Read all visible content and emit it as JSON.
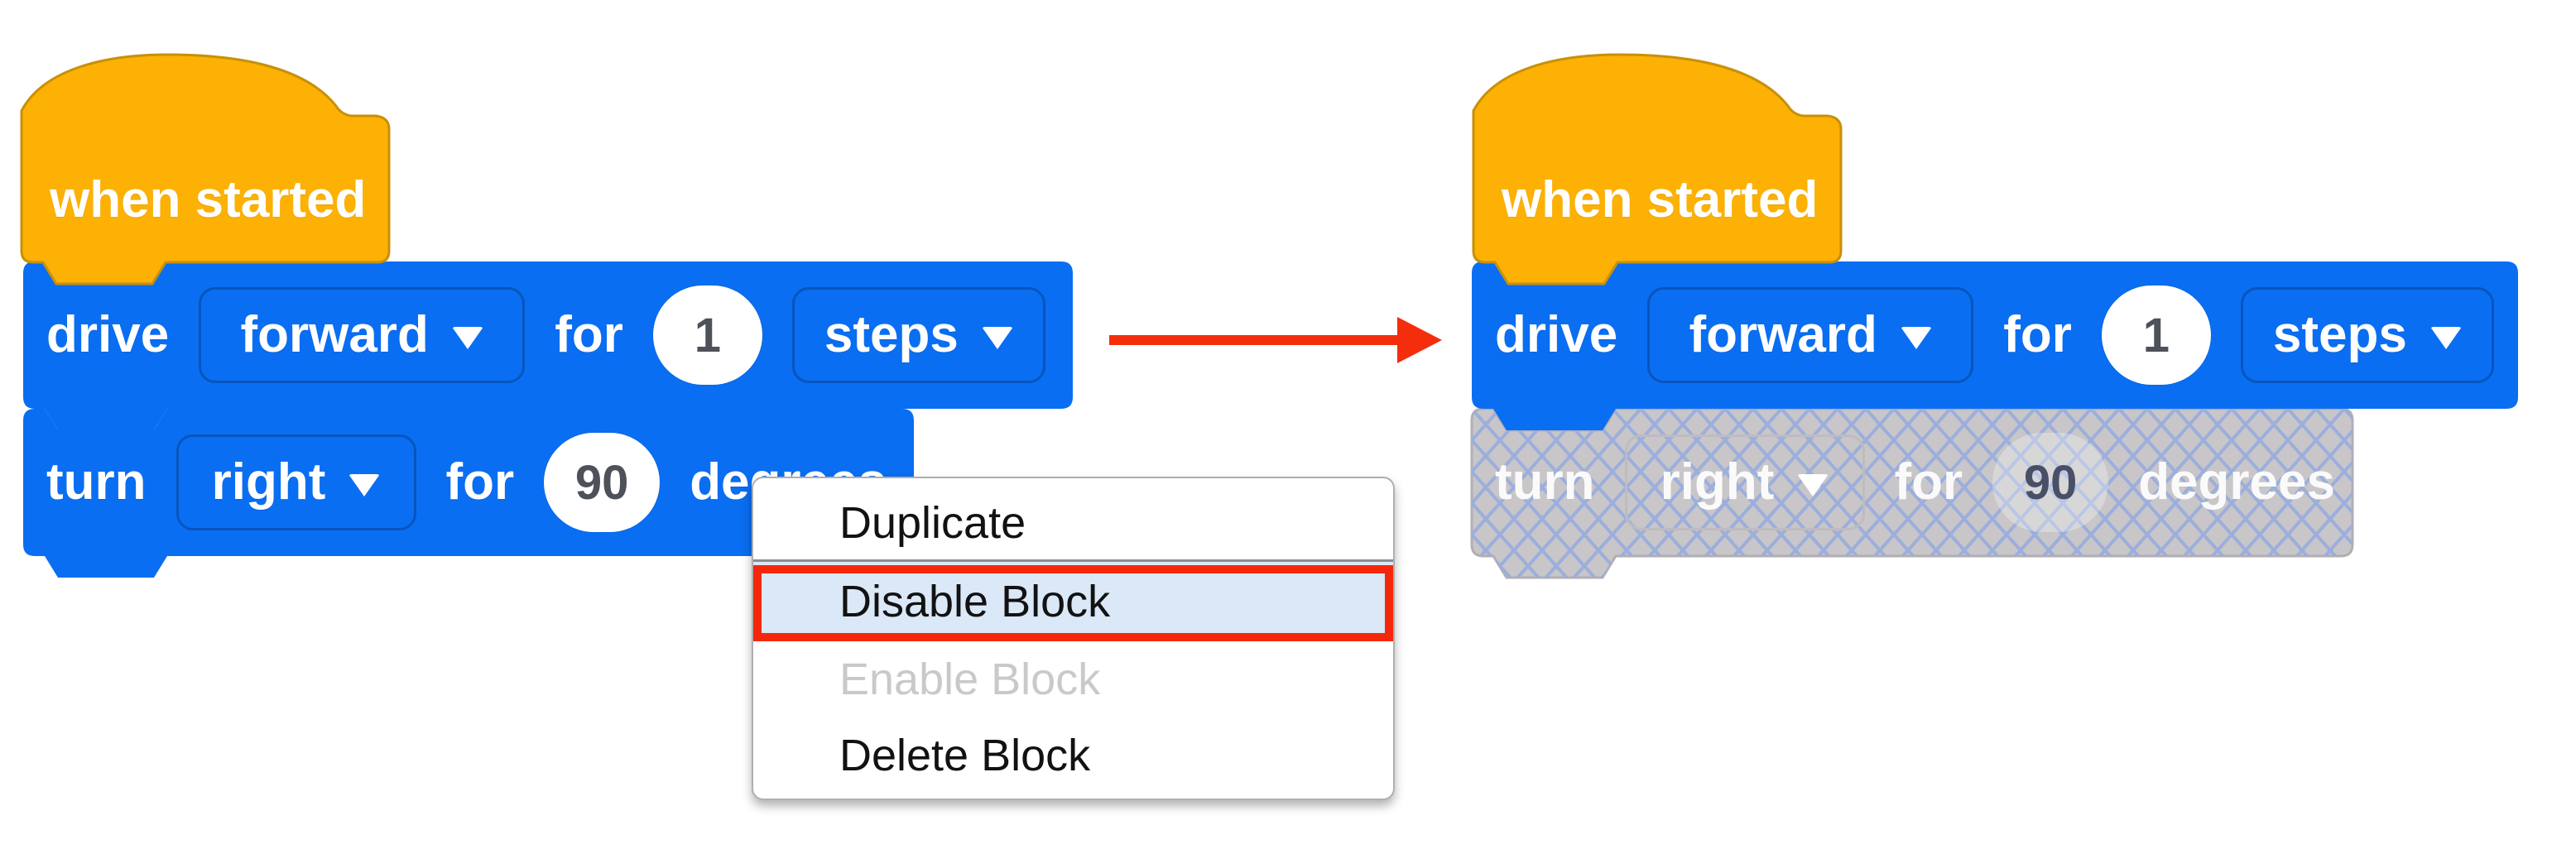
{
  "stacks": {
    "left": {
      "hat_label": "when started",
      "drive": {
        "prefix": "drive",
        "direction": "forward",
        "for_label": "for",
        "distance": "1",
        "unit": "steps"
      },
      "turn": {
        "prefix": "turn",
        "direction": "right",
        "for_label": "for",
        "angle": "90",
        "unit_label": "degrees",
        "state": "enabled"
      }
    },
    "right": {
      "hat_label": "when started",
      "drive": {
        "prefix": "drive",
        "direction": "forward",
        "for_label": "for",
        "distance": "1",
        "unit": "steps"
      },
      "turn": {
        "prefix": "turn",
        "direction": "right",
        "for_label": "for",
        "angle": "90",
        "unit_label": "degrees",
        "state": "disabled"
      }
    }
  },
  "context_menu": {
    "items": [
      {
        "label": "Duplicate",
        "state": "normal"
      },
      {
        "label": "Disable Block",
        "state": "highlighted"
      },
      {
        "label": "Enable Block",
        "state": "disabled"
      },
      {
        "label": "Delete Block",
        "state": "normal"
      }
    ]
  },
  "annotations": {
    "arrow_direction": "left-to-right"
  },
  "colors": {
    "block_blue": "#0A6EF2",
    "hat_yellow": "#FCB104",
    "hat_border": "#C8900A",
    "disabled_fill": "#C8C6C8",
    "disabled_hatch": "#9CAEDC",
    "menu_highlight_bg": "#DAE8F7",
    "highlight_red": "#F5270B",
    "arrow_red": "#F42D0D",
    "value_text": "#4D5159"
  }
}
